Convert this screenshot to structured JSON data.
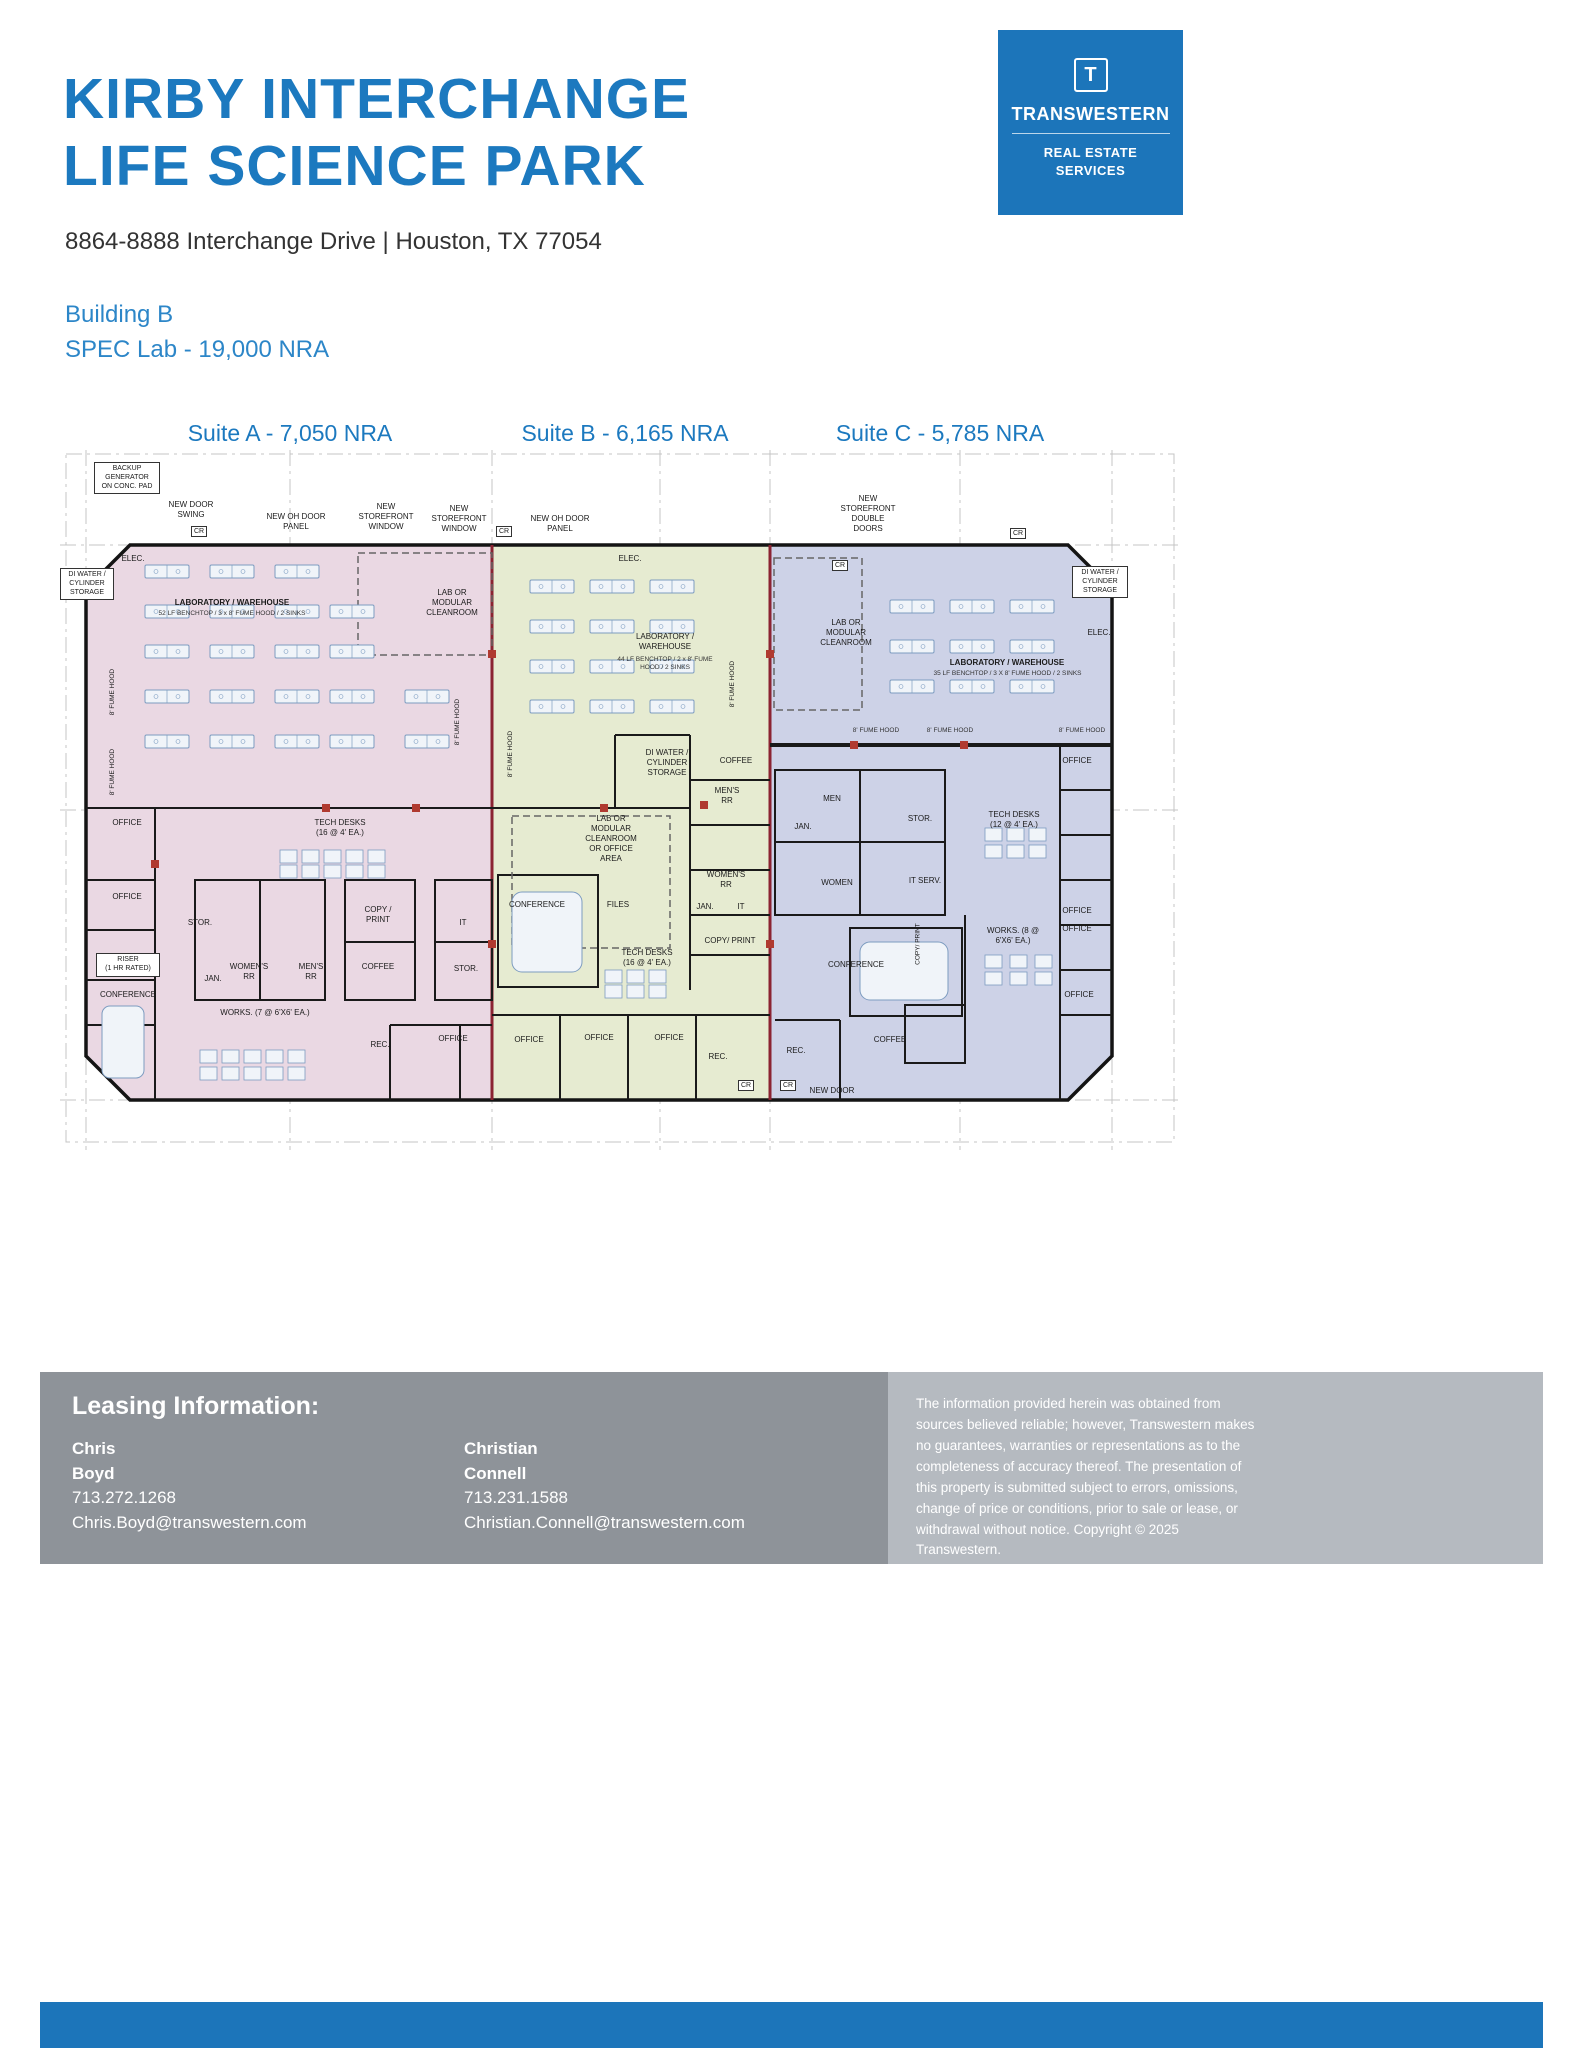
{
  "page": {
    "title_line1": "KIRBY INTERCHANGE",
    "title_line2": "LIFE SCIENCE PARK",
    "address": "8864-8888 Interchange Drive | Houston, TX 77054",
    "building_name": "Building B",
    "building_spec": "SPEC Lab - 19,000 NRA"
  },
  "logo": {
    "monogram": "T",
    "brand": "TRANSWESTERN",
    "tagline_line1": "REAL ESTATE",
    "tagline_line2": "SERVICES"
  },
  "suites": [
    {
      "label": "Suite A - 7,050 NRA"
    },
    {
      "label": "Suite B - 6,165 NRA"
    },
    {
      "label": "Suite C - 5,785 NRA"
    }
  ],
  "floorplan": {
    "labels": {
      "backup_generator": "BACKUP\nGENERATOR\nON CONC. PAD",
      "new_door_swing": "NEW DOOR\nSWING",
      "cr": "CR",
      "new_oh_door_panel": "NEW OH DOOR\nPANEL",
      "new_storefront_window": "NEW\nSTOREFRONT\nWINDOW",
      "new_storefront_double_doors": "NEW\nSTOREFRONT\nDOUBLE\nDOORS",
      "new_door": "NEW DOOR",
      "elec": "ELEC.",
      "di_water": "DI WATER /\nCYLINDER\nSTORAGE",
      "laboratory_warehouse": "LABORATORY / WAREHOUSE",
      "laboratory_warehouse_2line": "LABORATORY /\nWAREHOUSE",
      "lab_a_sub": "52 LF BENCHTOP / 3 x 8' FUME HOOD / 2 SINKS",
      "lab_b_sub": "44 LF BENCHTOP / 2 x 8' FUME\nHOOD / 2 SINKS",
      "lab_c_sub": "35 LF BENCHTOP / 3 X 8' FUME HOOD / 2 SINKS",
      "lab_cleanroom": "LAB OR\nMODULAR\nCLEANROOM",
      "lab_cleanroom_office": "LAB OR\nMODULAR\nCLEANROOM\nOR OFFICE\nAREA",
      "fume_hood_8": "8' FUME HOOD",
      "tech_desks_16": "TECH DESKS\n(16 @ 4' EA.)",
      "tech_desks_12": "TECH DESKS\n(12 @ 4' EA.)",
      "office": "OFFICE",
      "stor": "STOR.",
      "copy_print": "COPY /\nPRINT",
      "copy_print_inline": "COPY/ PRINT",
      "it": "IT",
      "it_serv": "IT SERV.",
      "coffee": "COFFEE",
      "riser": "RISER\n(1 HR RATED)",
      "conference": "CONFERENCE",
      "womens_rr": "WOMEN'S\nRR",
      "mens_rr": "MEN'S\nRR",
      "jan": "JAN.",
      "men": "MEN",
      "women": "WOMEN",
      "works_7": "WORKS. (7 @ 6'X6' EA.)",
      "works_8": "WORKS. (8 @\n6'X6' EA.)",
      "rec": "REC.",
      "files": "FILES"
    }
  },
  "footer": {
    "heading": "Leasing Information:",
    "contacts": [
      {
        "first_name": "Chris",
        "last_name": "Boyd",
        "phone": "713.272.1268",
        "email": "Chris.Boyd@transwestern.com"
      },
      {
        "first_name": "Christian",
        "last_name": "Connell",
        "phone": "713.231.1588",
        "email": "Christian.Connell@transwestern.com"
      }
    ],
    "disclaimer": "The information provided herein was obtained from sources believed reliable; however, Transwestern makes no guarantees, warranties or representations as to the completeness of accuracy thereof. The presentation of this property is submitted subject to errors, omissions, change of price or conditions, prior to sale or lease, or withdrawal without notice. Copyright © 2025 Transwestern."
  },
  "colors": {
    "brand_blue": "#1c75ba",
    "suite_a_fill": "#ead8e3",
    "suite_b_fill": "#e6ebd1",
    "suite_c_fill": "#cdd2e7"
  }
}
